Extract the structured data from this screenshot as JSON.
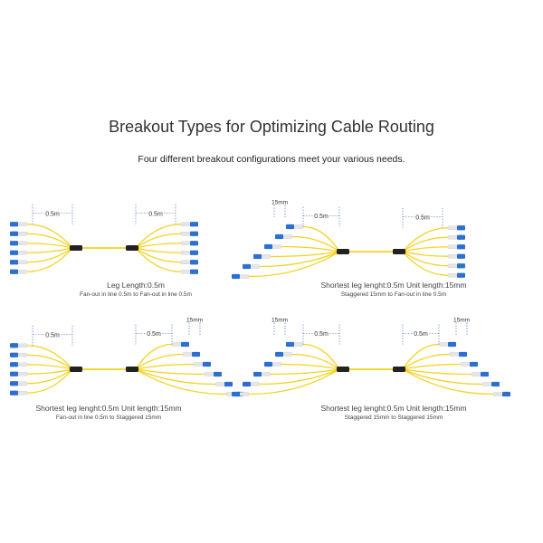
{
  "header": {
    "title": "Breakout Types for Optimizing Cable Routing",
    "subtitle": "Four different breakout configurations meet your various needs."
  },
  "colors": {
    "fiber": "#f5d21c",
    "connector_body": "#2d6fcf",
    "connector_boot": "#e6e6e6",
    "splitter": "#222222",
    "dim_line": "#3a63b5"
  },
  "diagrams": [
    {
      "left_type": "inline",
      "right_type": "inline",
      "left_dim": "0.5m",
      "right_dim": "0.5m",
      "caption": "Leg Length:0.5m",
      "caption2": "Fan-out in line 0.5m to Fan-out in line 0.5m"
    },
    {
      "left_type": "staggered",
      "right_type": "inline",
      "left_dim": "0.5m",
      "left_stagger": "15mm",
      "right_dim": "0.5m",
      "caption": "Shortest leg lenght:0.5m  Unit length:15mm",
      "caption2": "Staggered 15mm to Fan-out in line 0.5m"
    },
    {
      "left_type": "inline",
      "right_type": "staggered",
      "left_dim": "0.5m",
      "right_dim": "0.5m",
      "right_stagger": "15mm",
      "caption": "Shortest leg lenght:0.5m  Unit length:15mm",
      "caption2": "Fan-out in line 0.5m to Staggered 15mm"
    },
    {
      "left_type": "staggered",
      "right_type": "staggered",
      "left_dim": "0.5m",
      "left_stagger": "15mm",
      "right_dim": "0.5m",
      "right_stagger": "15mm",
      "caption": "Shortest leg lenght:0.5m  Unit length:15mm",
      "caption2": "Staggered 15mm to Staggered 15mm"
    }
  ]
}
